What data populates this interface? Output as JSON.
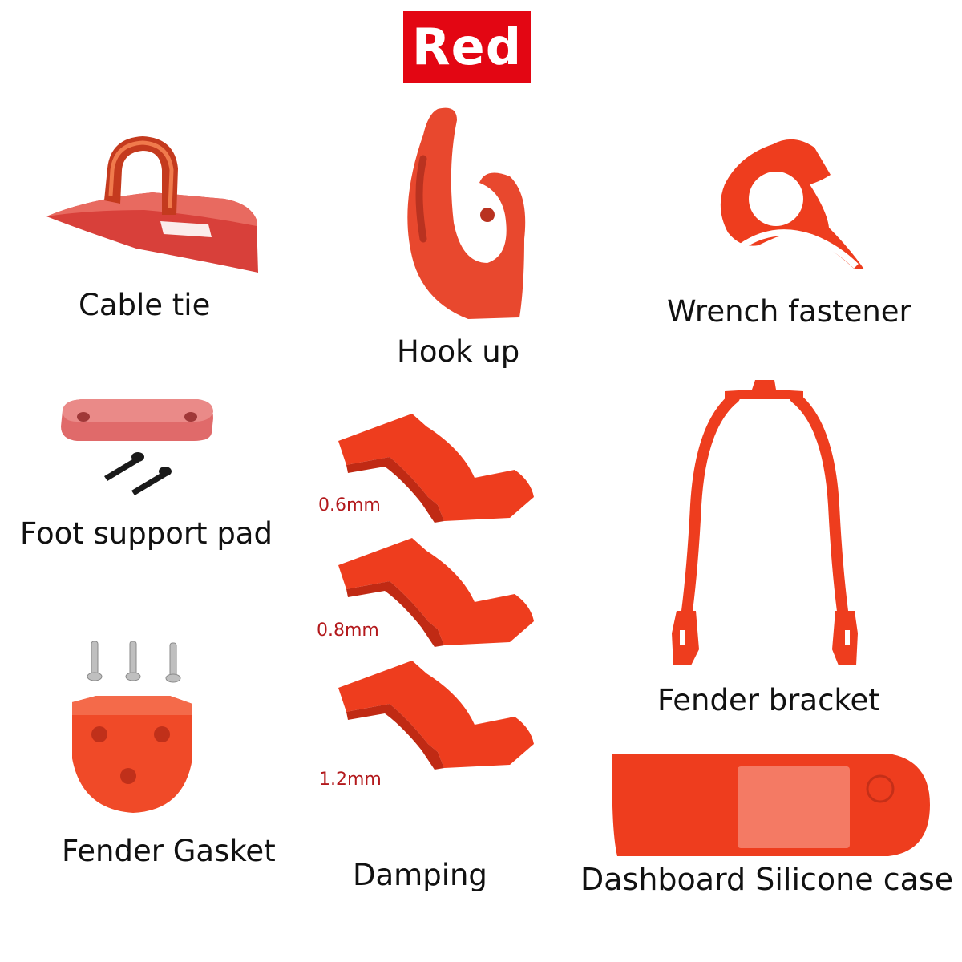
{
  "color_badge": {
    "text": "Red",
    "background": "#e30613",
    "text_color": "#ffffff"
  },
  "parts": {
    "cable_tie": {
      "label": "Cable tie",
      "icon": "cable-tie-icon"
    },
    "hook_up": {
      "label": "Hook up",
      "icon": "hook-icon"
    },
    "wrench_fastener": {
      "label": "Wrench fastener",
      "icon": "wrench-fastener-icon"
    },
    "foot_support_pad": {
      "label": "Foot support pad",
      "icon": "foot-pad-icon"
    },
    "damping": {
      "label": "Damping",
      "icon": "damping-shim-icon",
      "sizes": [
        "0.6mm",
        "0.8mm",
        "1.2mm"
      ]
    },
    "fender_bracket": {
      "label": "Fender bracket",
      "icon": "fender-bracket-icon"
    },
    "fender_gasket": {
      "label": "Fender Gasket",
      "icon": "fender-gasket-icon"
    },
    "dashboard_case": {
      "label": "Dashboard Silicone case",
      "icon": "dashboard-case-icon"
    }
  },
  "colors": {
    "part_red": "#ee3d1e",
    "part_dark": "#c02a14",
    "size_label": "#b3191c"
  }
}
